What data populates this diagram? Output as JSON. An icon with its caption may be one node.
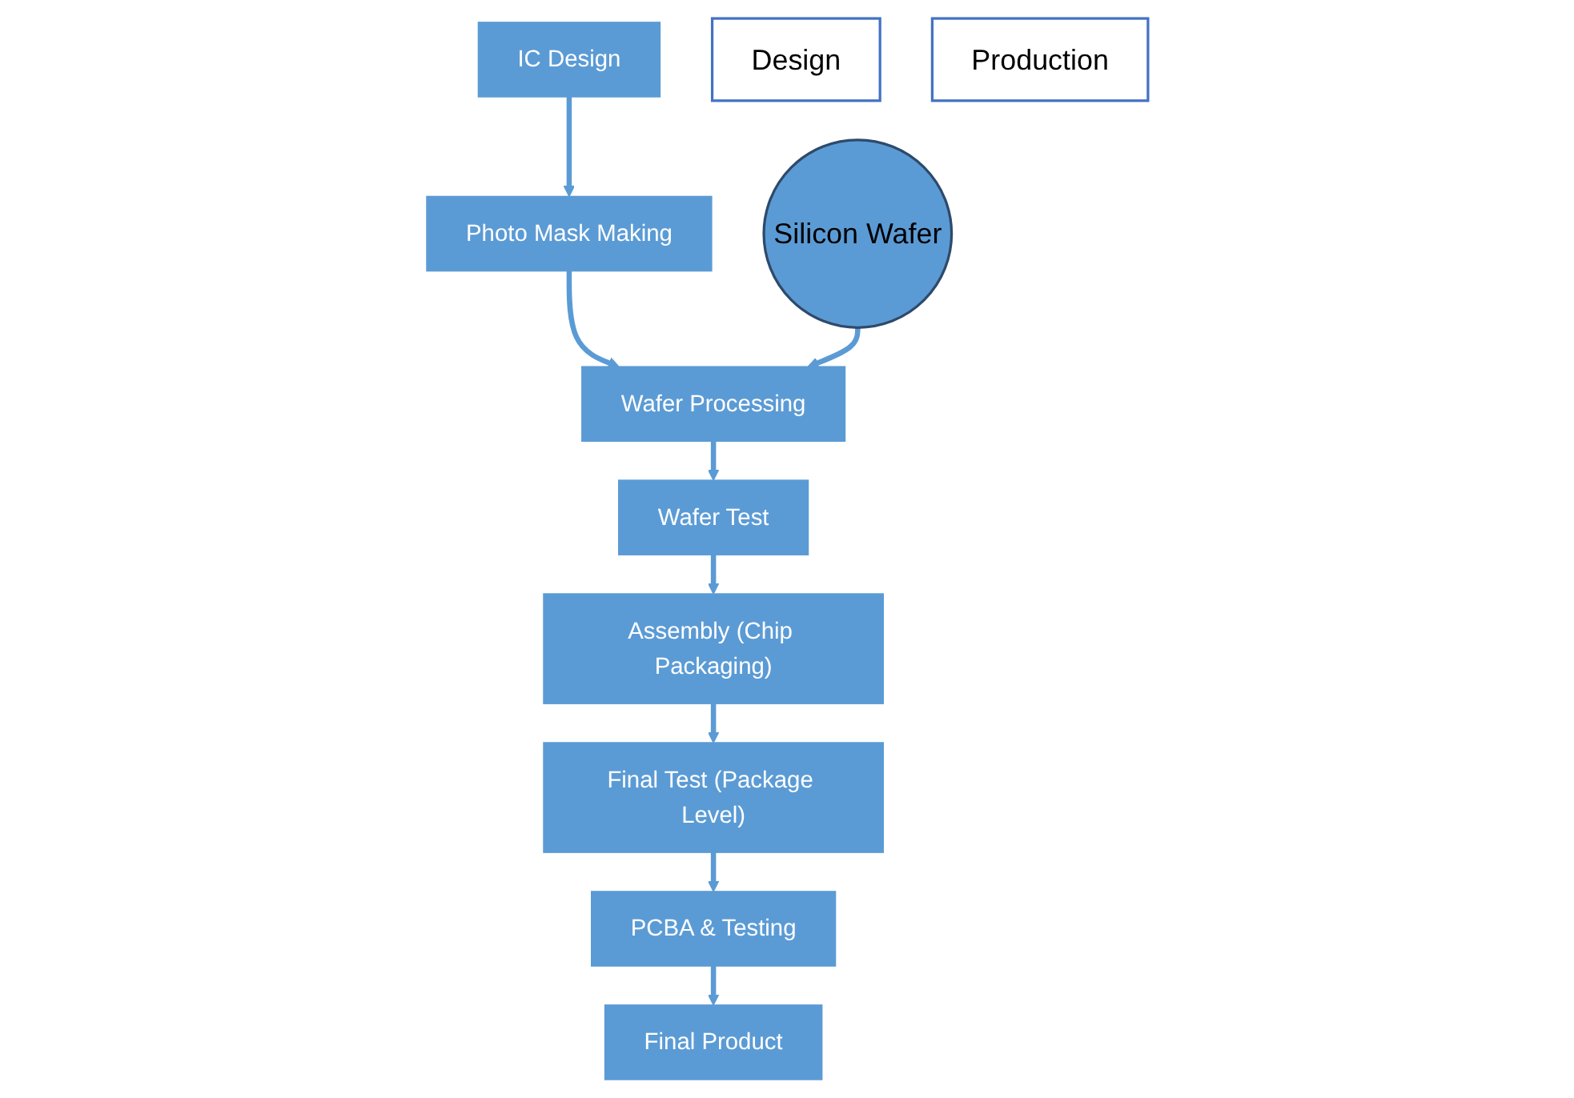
{
  "diagram": {
    "nodes": [
      {
        "text": [
          "IC Design"
        ]
      },
      {
        "text": [
          "Photo Mask Making"
        ]
      },
      {
        "text": [
          "Wafer Processing"
        ]
      },
      {
        "text": [
          "Wafer Test"
        ]
      },
      {
        "text": [
          "Assembly (Chip Packaging)"
        ]
      },
      {
        "text": [
          "Final Test (Package Level)"
        ]
      },
      {
        "text": [
          "PCBA & Testing"
        ]
      },
      {
        "text": [
          "Final Product"
        ]
      },
      {
        "text": [
          "Silicon Wafer"
        ]
      },
      {
        "text": [
          "Design"
        ]
      },
      {
        "text": [
          "Production"
        ]
      }
    ],
    "edges": [
      {
        "from": 0,
        "to": 1,
        "arrow": "to"
      },
      {
        "from": 1,
        "to": 2,
        "arrow": "to"
      },
      {
        "from": 2,
        "to": 3,
        "arrow": "to"
      },
      {
        "from": 3,
        "to": 4,
        "arrow": "to"
      },
      {
        "from": 4,
        "to": 5,
        "arrow": "to"
      },
      {
        "from": 5,
        "to": 6,
        "arrow": "to"
      },
      {
        "from": 6,
        "to": 7,
        "arrow": "to"
      },
      {
        "from": 8,
        "to": 2,
        "arrow": "to"
      }
    ]
  }
}
